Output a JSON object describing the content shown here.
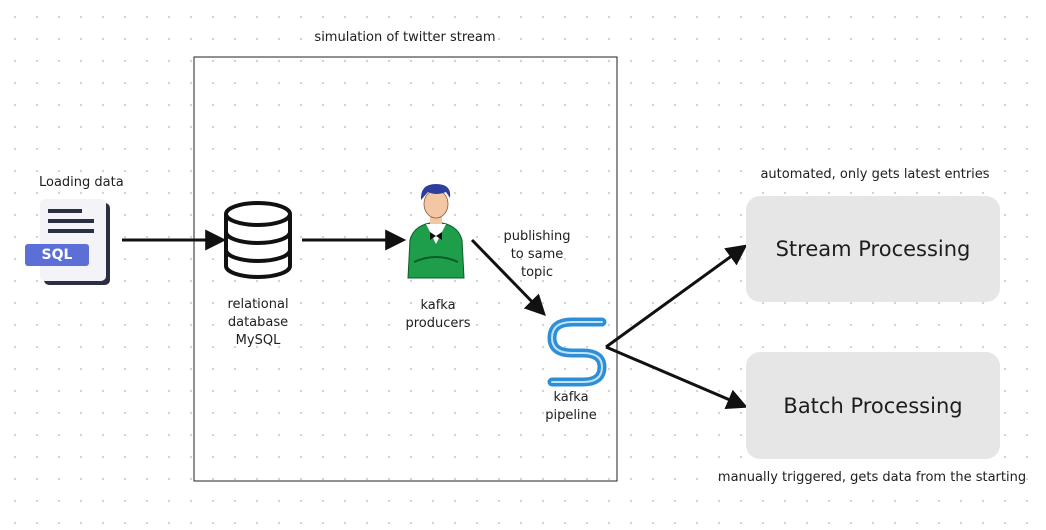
{
  "container_title": "simulation of twitter stream",
  "source": {
    "label": "Loading data",
    "badge": "SQL"
  },
  "database": {
    "label": "relational\ndatabase\nMySQL"
  },
  "producers": {
    "label": "kafka\nproducers"
  },
  "publish_note": "publishing\nto same\ntopic",
  "pipeline": {
    "label": "kafka\npipeline"
  },
  "stream": {
    "title": "Stream Processing",
    "note": "automated, only gets latest entries"
  },
  "batch": {
    "title": "Batch Processing",
    "note": "manually triggered, gets data from the starting"
  },
  "colors": {
    "box_fill": "#e6e6e6",
    "pipeline_blue": "#2f8fd6",
    "producer_green": "#1e9e4a",
    "sql_badge": "#5b6fd6"
  }
}
